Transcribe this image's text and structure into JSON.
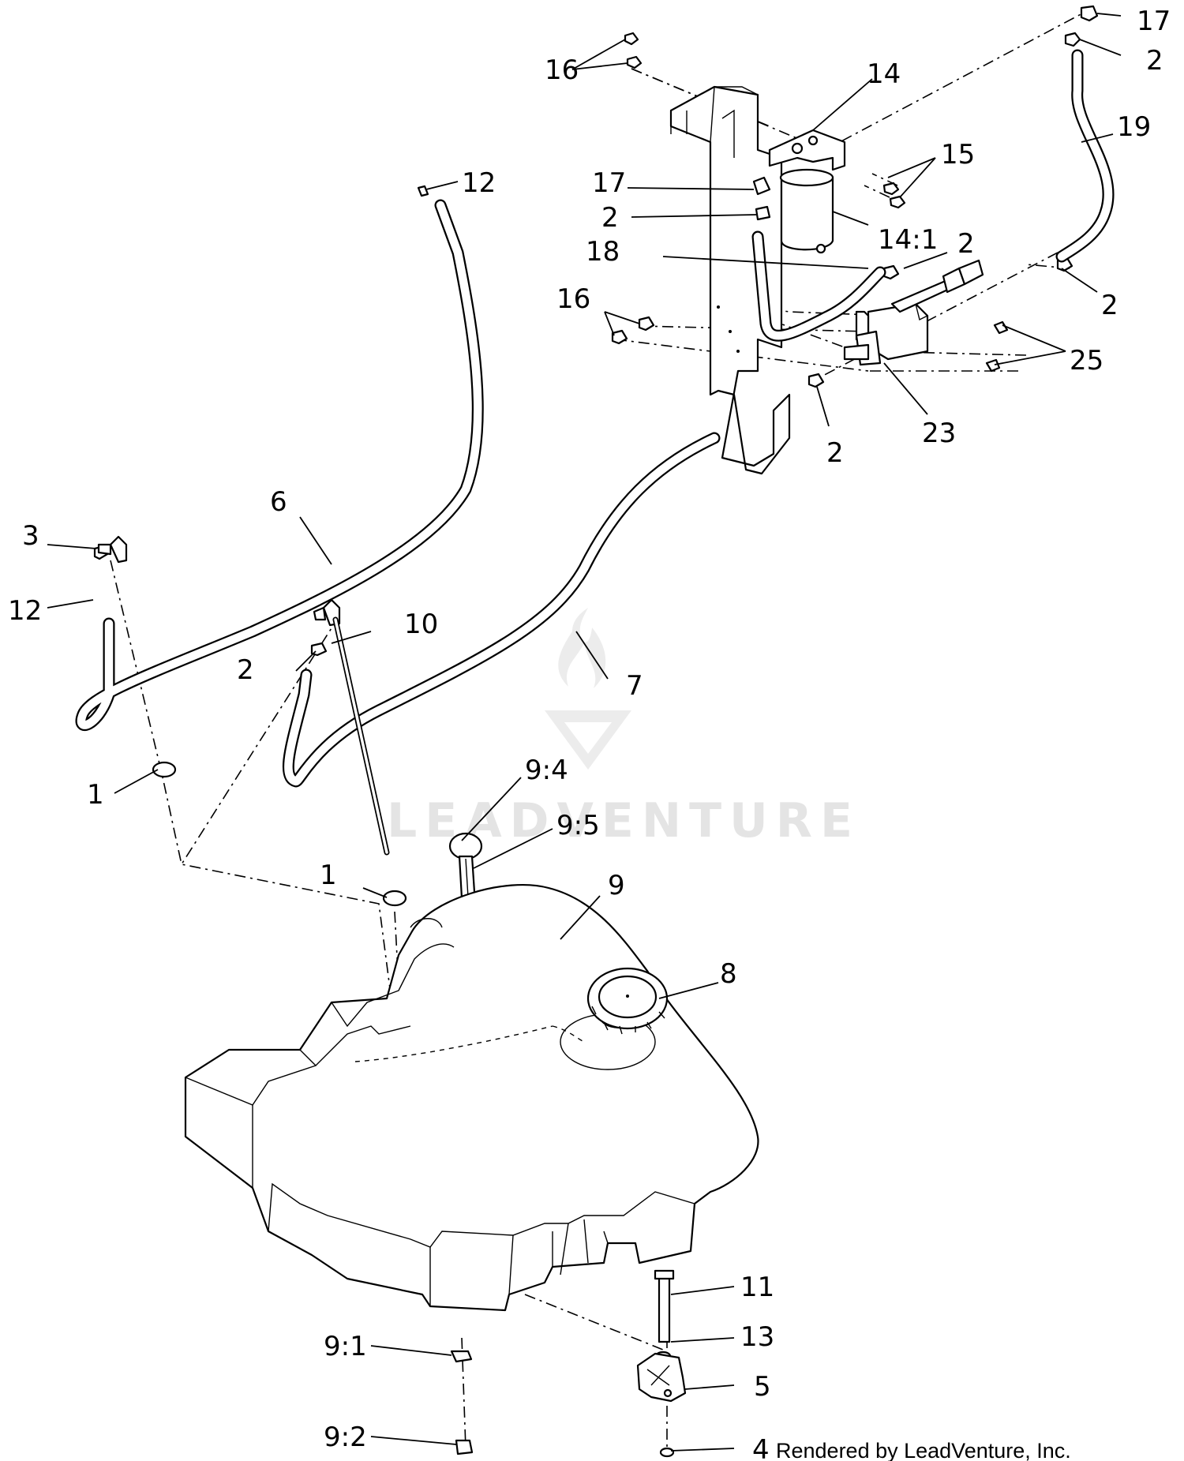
{
  "diagram": {
    "callouts": [
      "1",
      "2",
      "3",
      "4",
      "5",
      "6",
      "7",
      "8",
      "9",
      "9:1",
      "9:2",
      "9:4",
      "9:5",
      "10",
      "11",
      "12",
      "13",
      "14",
      "14:1",
      "15",
      "16",
      "17",
      "18",
      "19",
      "23",
      "25"
    ],
    "labels": {
      "l17a": "17",
      "l2a": "2",
      "l16a": "16",
      "l14": "14",
      "l19": "19",
      "l15": "15",
      "l12a": "12",
      "l17b": "17",
      "l2b": "2",
      "l14_1": "14:1",
      "l18": "18",
      "l2c": "2",
      "l2d": "2",
      "l16b": "16",
      "l25": "25",
      "l23": "23",
      "l2e": "2",
      "l6": "6",
      "l3": "3",
      "l12b": "12",
      "l10": "10",
      "l2f": "2",
      "l7": "7",
      "l1a": "1",
      "l9_4": "9:4",
      "l9_5": "9:5",
      "l1b": "1",
      "l9": "9",
      "l8": "8",
      "l11": "11",
      "l13": "13",
      "l5": "5",
      "l9_1": "9:1",
      "l9_2": "9:2",
      "l4": "4"
    },
    "credit": "Rendered by LeadVenture, Inc.",
    "watermark": "LEADVENTURE"
  }
}
